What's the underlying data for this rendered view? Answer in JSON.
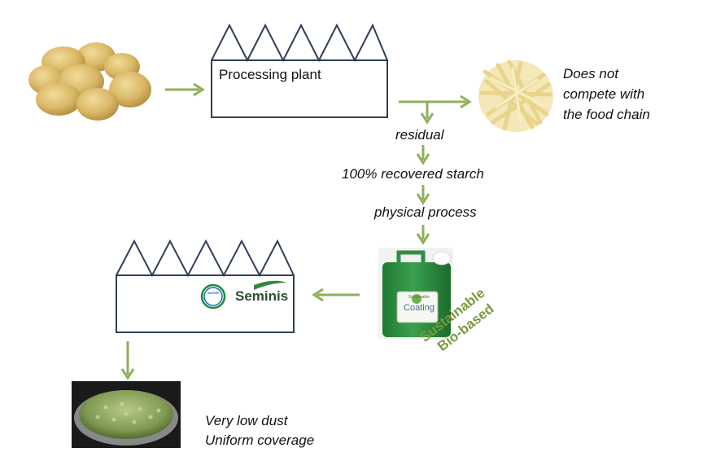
{
  "plant_top": {
    "label": "Processing plant"
  },
  "fries_note": {
    "line1": "Does not",
    "line2": "compete with",
    "line3": "the food chain"
  },
  "flow": {
    "residual": "residual",
    "starch": "100% recovered starch",
    "process": "physical process"
  },
  "canister": {
    "brand_small": "Sustainable",
    "brand_big": "Coating"
  },
  "claims": {
    "line1": "Sustainable",
    "line2": "Bio-based"
  },
  "plant_bottom": {
    "bayer": "BAYER",
    "seminis": "Seminis"
  },
  "result": {
    "line1": "Very low dust",
    "line2": "Uniform coverage"
  },
  "colors": {
    "arrow": "#8fb05a",
    "claims_text": "#7a9a3a",
    "outline": "#2f3f56"
  }
}
